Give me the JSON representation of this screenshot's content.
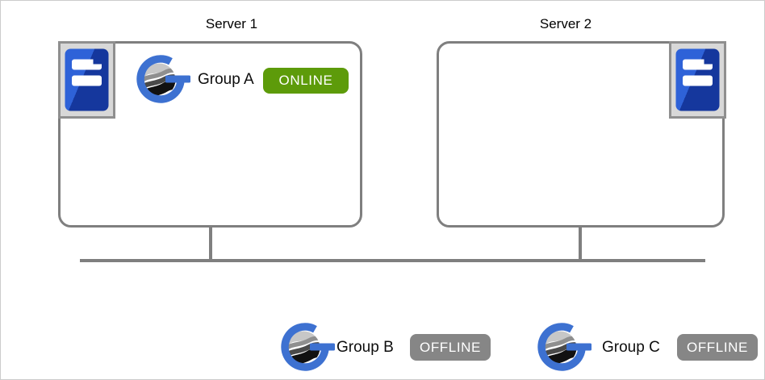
{
  "servers": [
    {
      "label": "Server 1",
      "hosted_groups": [
        {
          "name": "Group A",
          "status": "ONLINE"
        }
      ]
    },
    {
      "label": "Server 2",
      "hosted_groups": []
    }
  ],
  "standalone_groups": [
    {
      "name": "Group B",
      "status": "OFFLINE"
    },
    {
      "name": "Group C",
      "status": "OFFLINE"
    }
  ],
  "status_colors": {
    "ONLINE": "#5d9b0a",
    "OFFLINE": "#868686"
  },
  "line_color": "#7f7f7f",
  "icons": {
    "server": "server-tower-icon",
    "group": "availability-group-icon"
  }
}
